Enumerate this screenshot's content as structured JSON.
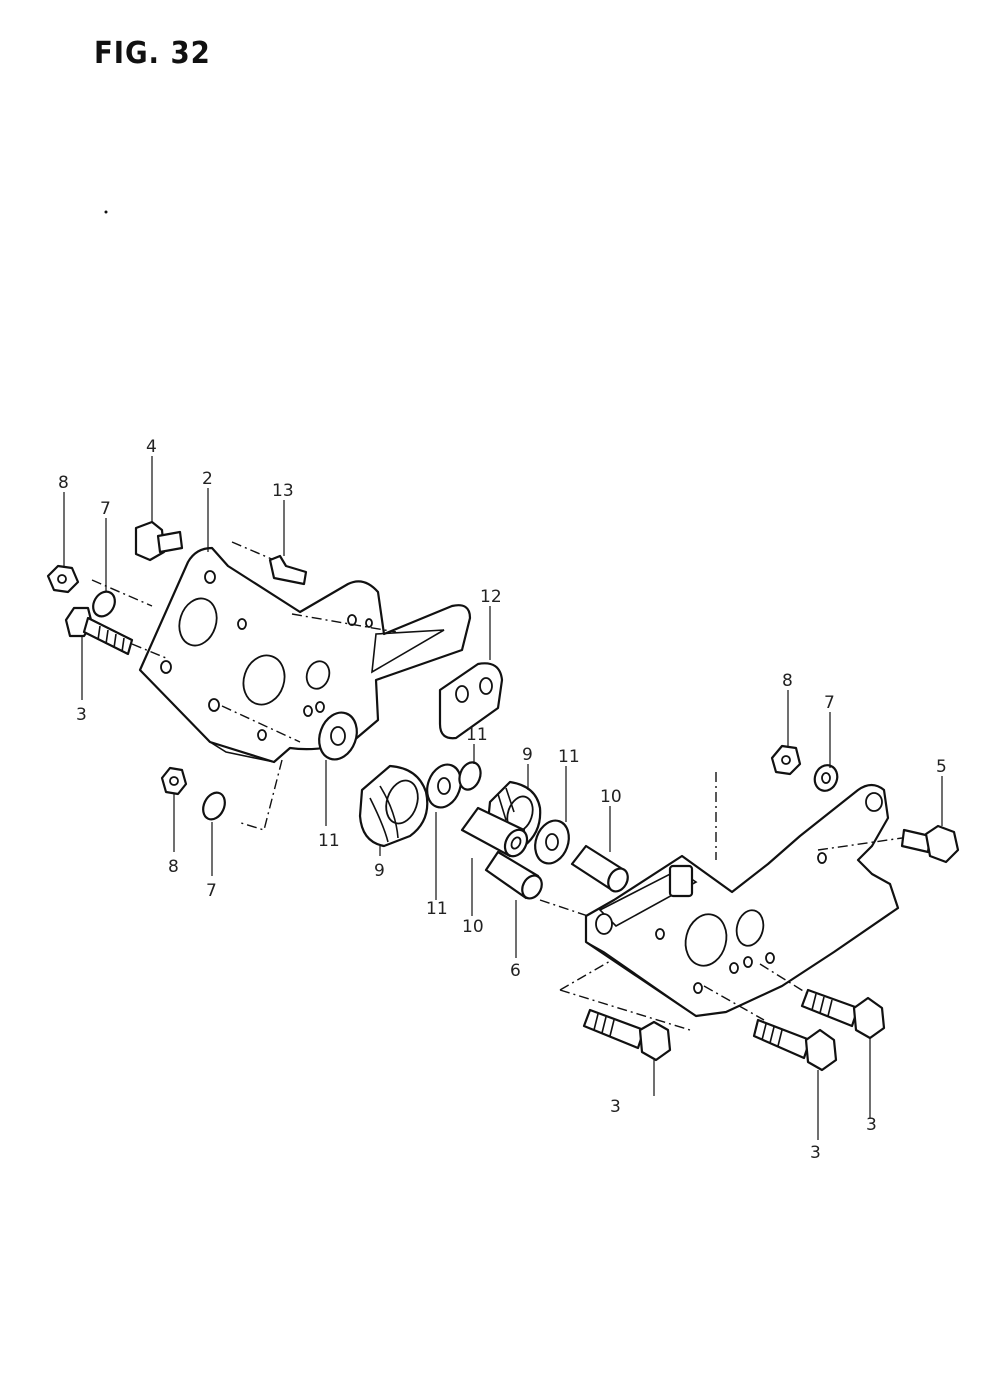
{
  "figure": {
    "title": "FIG. 32"
  },
  "callouts": [
    {
      "id": "c-4",
      "label": "4"
    },
    {
      "id": "c-2",
      "label": "2"
    },
    {
      "id": "c-13",
      "label": "13"
    },
    {
      "id": "c-8a",
      "label": "8"
    },
    {
      "id": "c-7a",
      "label": "7"
    },
    {
      "id": "c-3a",
      "label": "3"
    },
    {
      "id": "c-12",
      "label": "12"
    },
    {
      "id": "c-11a",
      "label": "11"
    },
    {
      "id": "c-9a",
      "label": "9"
    },
    {
      "id": "c-11b",
      "label": "11"
    },
    {
      "id": "c-9b",
      "label": "9"
    },
    {
      "id": "c-11c",
      "label": "11"
    },
    {
      "id": "c-11d",
      "label": "11"
    },
    {
      "id": "c-10a",
      "label": "10"
    },
    {
      "id": "c-10b",
      "label": "10"
    },
    {
      "id": "c-6",
      "label": "6"
    },
    {
      "id": "c-8b",
      "label": "8"
    },
    {
      "id": "c-7b",
      "label": "7"
    },
    {
      "id": "c-8c",
      "label": "8"
    },
    {
      "id": "c-7c",
      "label": "7"
    },
    {
      "id": "c-5",
      "label": "5"
    },
    {
      "id": "c-3b",
      "label": "3"
    },
    {
      "id": "c-3c",
      "label": "3"
    },
    {
      "id": "c-3d",
      "label": "3"
    }
  ]
}
